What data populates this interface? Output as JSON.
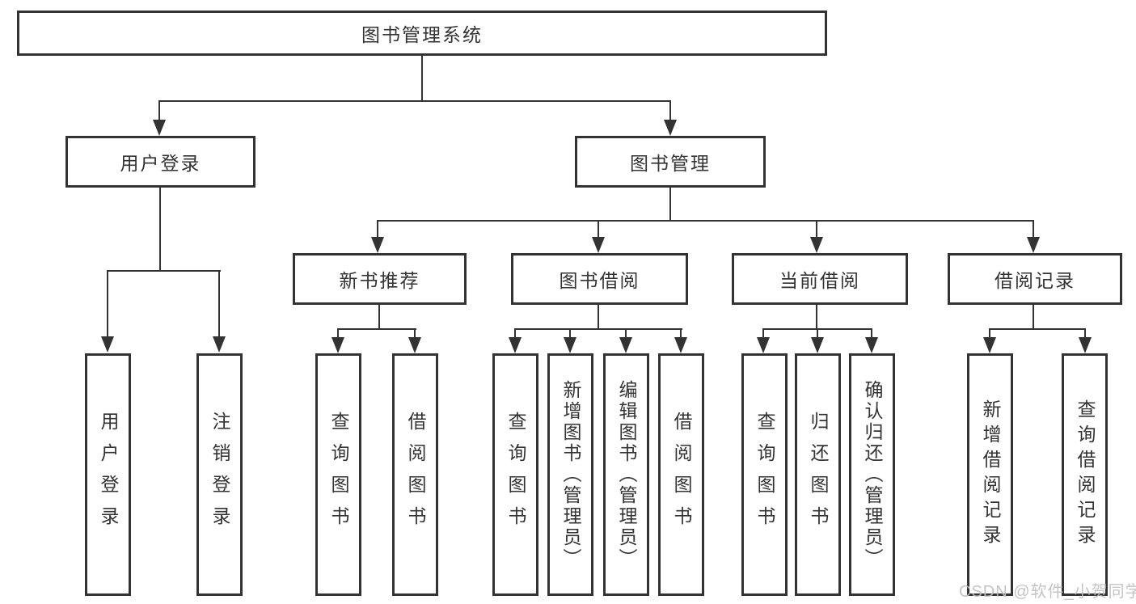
{
  "colors": {
    "line": "#333333",
    "text": "#333333",
    "node_background": "#ffffff",
    "watermark": "#c0c0c0"
  },
  "watermark": "CSDN @软件_小贺同学",
  "tree": {
    "root": "图书管理系统",
    "branches": [
      {
        "label": "用户登录",
        "children": [
          "用户登录",
          "注销登录"
        ]
      },
      {
        "label": "图书管理",
        "children": [
          {
            "label": "新书推荐",
            "children": [
              "查询图书",
              "借阅图书"
            ]
          },
          {
            "label": "图书借阅",
            "children": [
              "查询图书",
              "新增图书（管理员）",
              "编辑图书（管理员）",
              "借阅图书"
            ]
          },
          {
            "label": "当前借阅",
            "children": [
              "查询图书",
              "归还图书",
              "确认归还（管理员）"
            ]
          },
          {
            "label": "借阅记录",
            "children": [
              "新增借阅记录",
              "查询借阅记录"
            ]
          }
        ]
      }
    ]
  }
}
